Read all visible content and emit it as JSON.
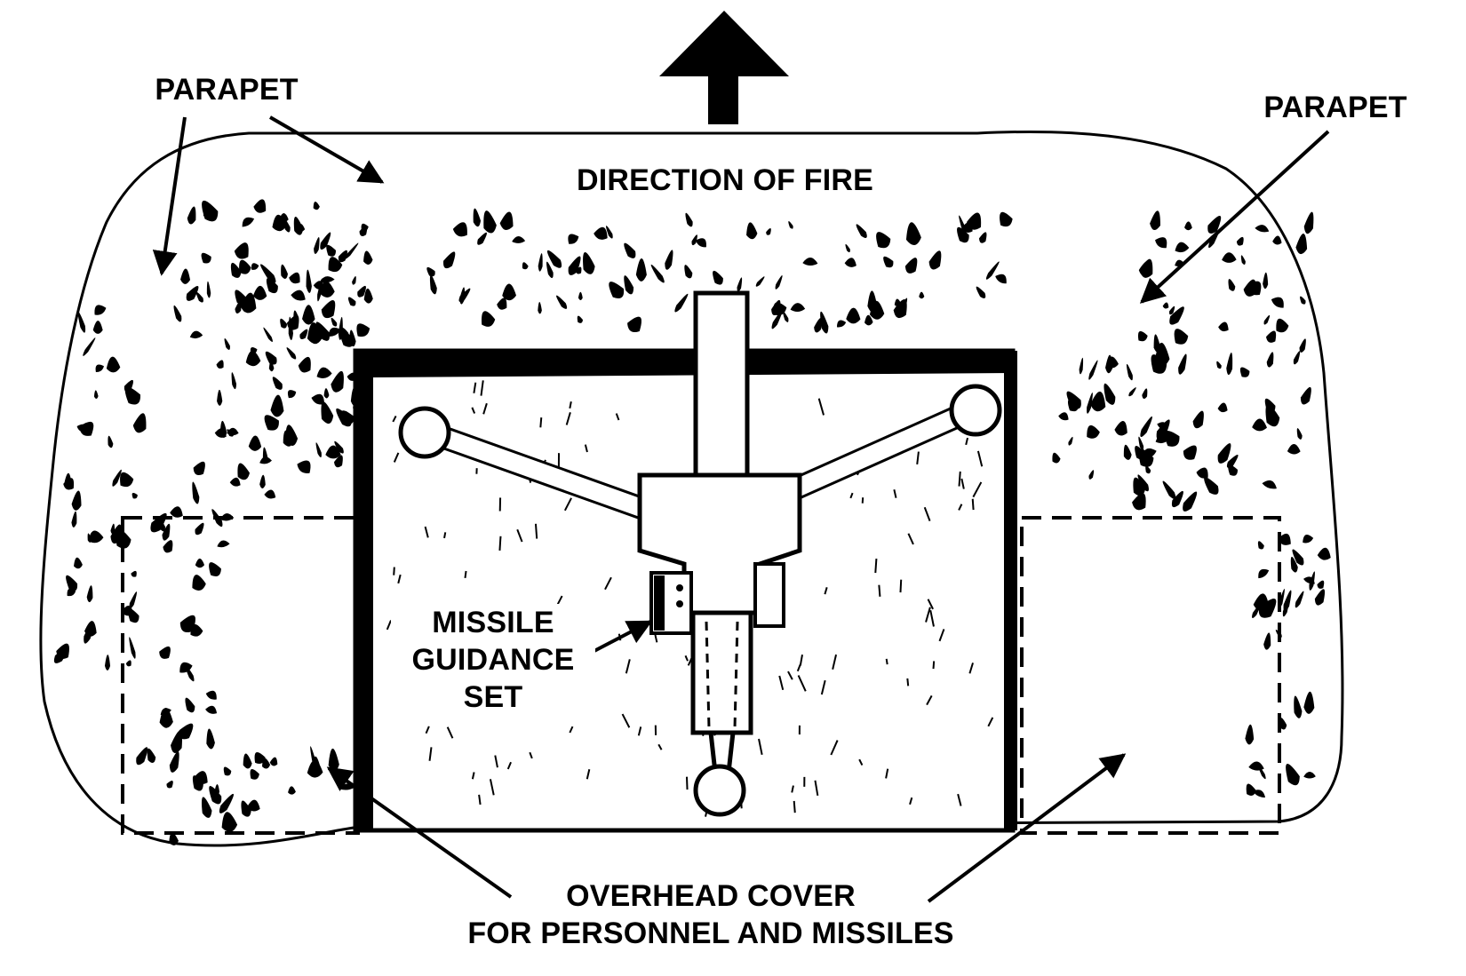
{
  "labels": {
    "parapet_left": "PARAPET",
    "parapet_right": "PARAPET",
    "direction_of_fire": "DIRECTION OF FIRE",
    "missile_guidance_line1": "MISSILE",
    "missile_guidance_line2": "GUIDANCE",
    "missile_guidance_line3": "SET",
    "overhead_line1": "OVERHEAD COVER",
    "overhead_line2": "FOR PERSONNEL AND MISSILES"
  },
  "colors": {
    "ink": "#000000",
    "paper": "#ffffff"
  }
}
